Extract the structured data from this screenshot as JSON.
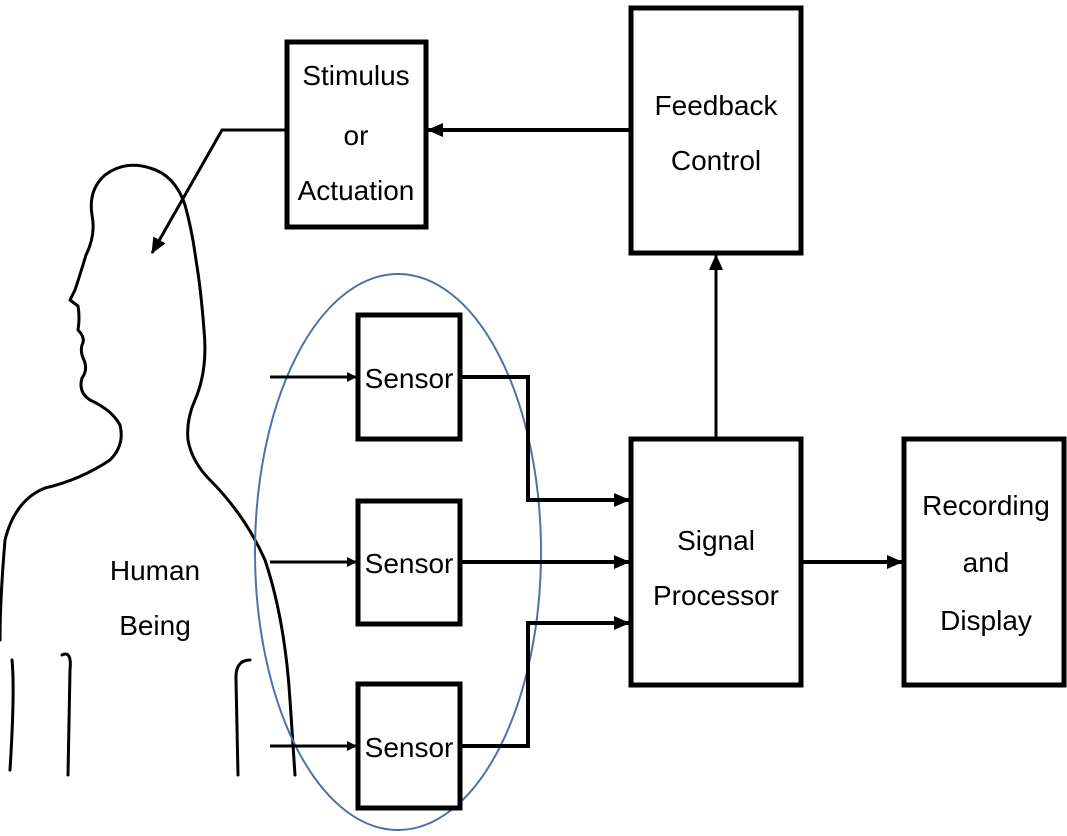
{
  "colors": {
    "ink": "#000000",
    "background": "#ffffff",
    "sensor_group_ellipse": "#4a72b0"
  },
  "human": {
    "label_line1": "Human",
    "label_line2": "Being"
  },
  "stimulus": {
    "line1": "Stimulus",
    "line2": "or",
    "line3": "Actuation"
  },
  "feedback": {
    "line1": "Feedback",
    "line2": "Control"
  },
  "sensors": [
    {
      "label": "Sensor"
    },
    {
      "label": "Sensor"
    },
    {
      "label": "Sensor"
    }
  ],
  "signal_processor": {
    "line1": "Signal",
    "line2": "Processor"
  },
  "recording": {
    "line1": "Recording",
    "line2": "and",
    "line3": "Display"
  }
}
